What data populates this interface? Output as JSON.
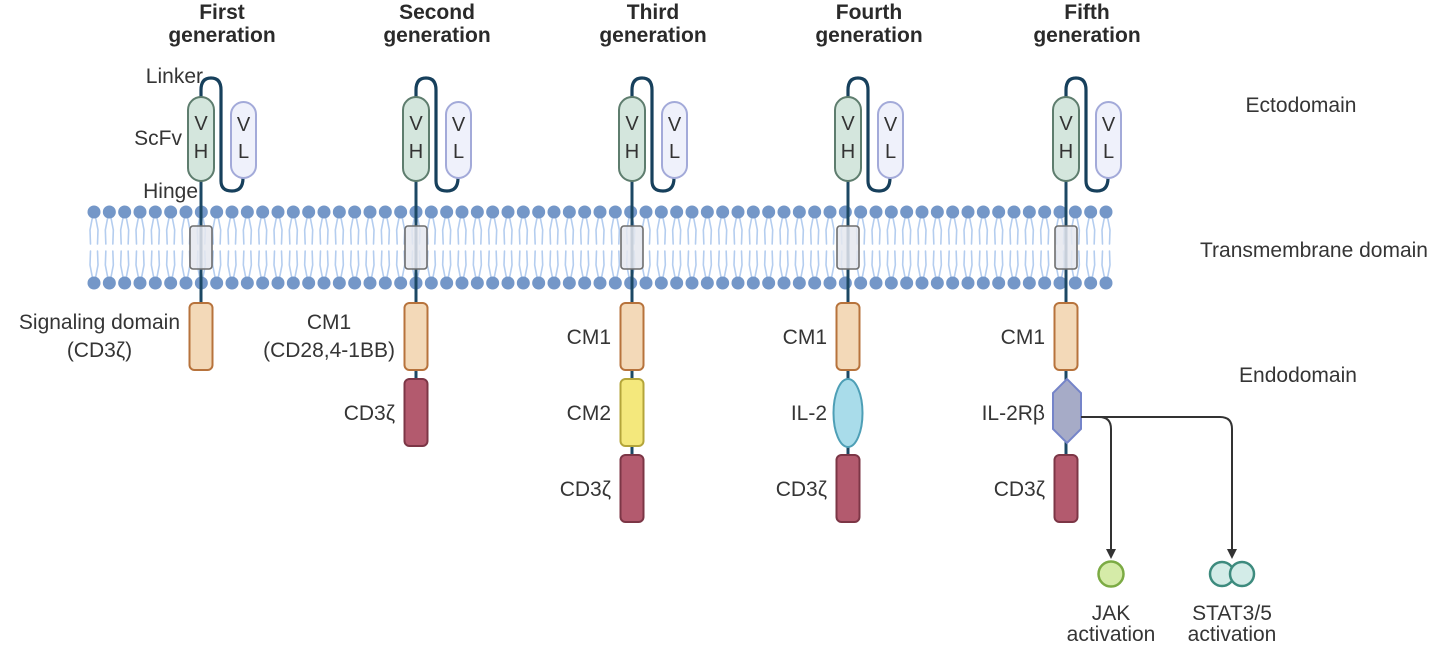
{
  "generations": [
    {
      "id": "first",
      "title": [
        "First",
        "generation"
      ],
      "domains": [
        {
          "shape": "rect",
          "color_key": "costim",
          "label": [
            "Signaling domain",
            "(CD3ζ)"
          ]
        }
      ]
    },
    {
      "id": "second",
      "title": [
        "Second",
        "generation"
      ],
      "domains": [
        {
          "shape": "rect",
          "color_key": "costim",
          "label": [
            "CM1",
            "(CD28,4-1BB)"
          ]
        },
        {
          "shape": "rect",
          "color_key": "cd3z",
          "label": [
            "CD3ζ"
          ]
        }
      ]
    },
    {
      "id": "third",
      "title": [
        "Third",
        "generation"
      ],
      "domains": [
        {
          "shape": "rect",
          "color_key": "costim",
          "label": [
            "CM1"
          ]
        },
        {
          "shape": "rect",
          "color_key": "cm2",
          "label": [
            "CM2"
          ]
        },
        {
          "shape": "rect",
          "color_key": "cd3z",
          "label": [
            "CD3ζ"
          ]
        }
      ]
    },
    {
      "id": "fourth",
      "title": [
        "Fourth",
        "generation"
      ],
      "domains": [
        {
          "shape": "rect",
          "color_key": "costim",
          "label": [
            "CM1"
          ]
        },
        {
          "shape": "ellipse",
          "color_key": "il2",
          "label": [
            "IL-2"
          ]
        },
        {
          "shape": "rect",
          "color_key": "cd3z",
          "label": [
            "CD3ζ"
          ]
        }
      ]
    },
    {
      "id": "fifth",
      "title": [
        "Fifth",
        "generation"
      ],
      "domains": [
        {
          "shape": "rect",
          "color_key": "costim",
          "label": [
            "CM1"
          ]
        },
        {
          "shape": "hexagon",
          "color_key": "il2rb",
          "label": [
            "IL-2Rβ"
          ]
        },
        {
          "shape": "rect",
          "color_key": "cd3z",
          "label": [
            "CD3ζ"
          ]
        }
      ],
      "downstream": [
        {
          "id": "jak",
          "shape": "circle",
          "color_key": "jak",
          "label": [
            "JAK",
            "activation"
          ]
        },
        {
          "id": "stat",
          "shape": "double-circle",
          "color_key": "stat",
          "label": [
            "STAT3/5",
            "activation"
          ]
        }
      ]
    }
  ],
  "scfv": {
    "vh_letters": [
      "V",
      "H"
    ],
    "vl_letters": [
      "V",
      "L"
    ]
  },
  "part_labels": {
    "linker": "Linker",
    "scfv": "ScFv",
    "hinge": "Hinge"
  },
  "regions": [
    {
      "label": "Ectodomain"
    },
    {
      "label": "Transmembrane domain"
    },
    {
      "label": "Endodomain"
    }
  ],
  "colors": {
    "vh_fill": "#d4e6dd",
    "vh_stroke": "#5e7d6e",
    "vl_fill": "#eff1fb",
    "vl_stroke": "#a3aad9",
    "linker": "#17405c",
    "stem": "#1c4864",
    "membrane_head": "#7497c8",
    "membrane_tail": "#b4cdef",
    "tm_fill": "#e5e8ef",
    "tm_stroke": "#6e6e6e",
    "costim_fill": "#f3d9b8",
    "costim_stroke": "#b7733c",
    "cm2_fill": "#f4e87c",
    "cm2_stroke": "#b4a53a",
    "cd3z_fill": "#b35a6e",
    "cd3z_stroke": "#7c3646",
    "il2_fill": "#a9dcea",
    "il2_stroke": "#4e9fb6",
    "il2rb_fill": "#a6abc7",
    "il2rb_stroke": "#7584c9",
    "jak_fill": "#d5eba8",
    "jak_stroke": "#7cab44",
    "stat_fill": "#d3ece8",
    "stat_stroke": "#3d8b7e",
    "arrow": "#333333"
  }
}
